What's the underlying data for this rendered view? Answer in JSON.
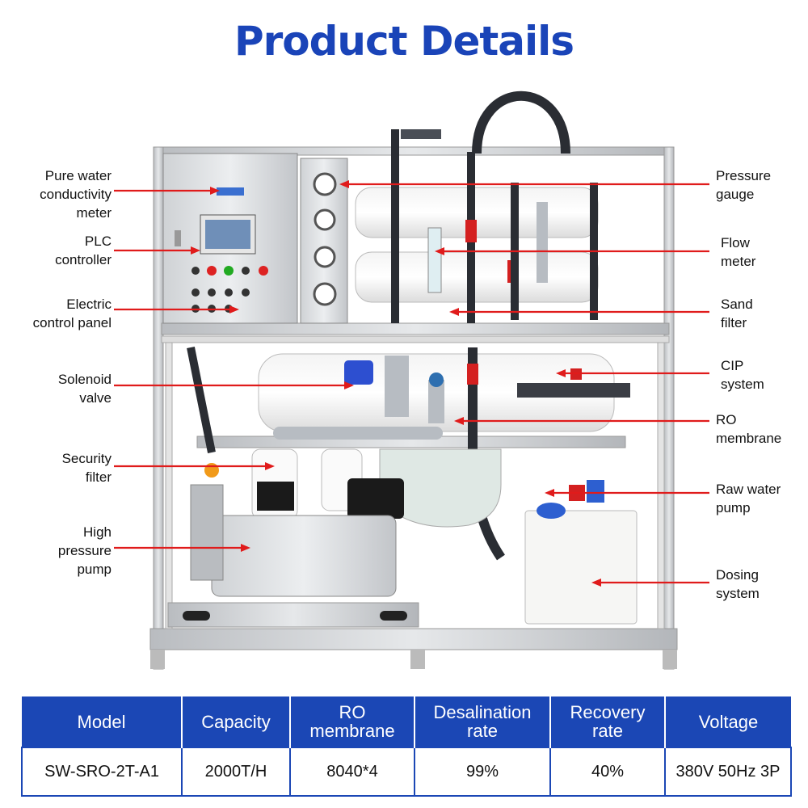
{
  "title": "Product Details",
  "left_labels": [
    {
      "text": "Pure water\nconductivity\nmeter"
    },
    {
      "text": "PLC\ncontroller"
    },
    {
      "text": "Electric\ncontrol panel"
    },
    {
      "text": "Solenoid\nvalve"
    },
    {
      "text": "Security\nfilter"
    },
    {
      "text": "High\npressure\npump"
    }
  ],
  "right_labels": [
    {
      "text": "Pressure\ngauge"
    },
    {
      "text": "Flow\nmeter"
    },
    {
      "text": "Sand\nfilter"
    },
    {
      "text": "CIP\nsystem"
    },
    {
      "text": "RO\nmembrane"
    },
    {
      "text": "Raw water\npump"
    },
    {
      "text": "Dosing\nsystem"
    }
  ],
  "table": {
    "headers": [
      "Model",
      "Capacity",
      "RO\nmembrane",
      "Desalination\nrate",
      "Recovery\nrate",
      "Voltage"
    ],
    "row": [
      "SW-SRO-2T-A1",
      "2000T/H",
      "8040*4",
      "99%",
      "40%",
      "380V 50Hz 3P"
    ]
  },
  "colors": {
    "title": "#1a44b8",
    "header_bg": "#1b47b5",
    "arrow": "#e01b1b",
    "steel": "#c9ccd0"
  }
}
